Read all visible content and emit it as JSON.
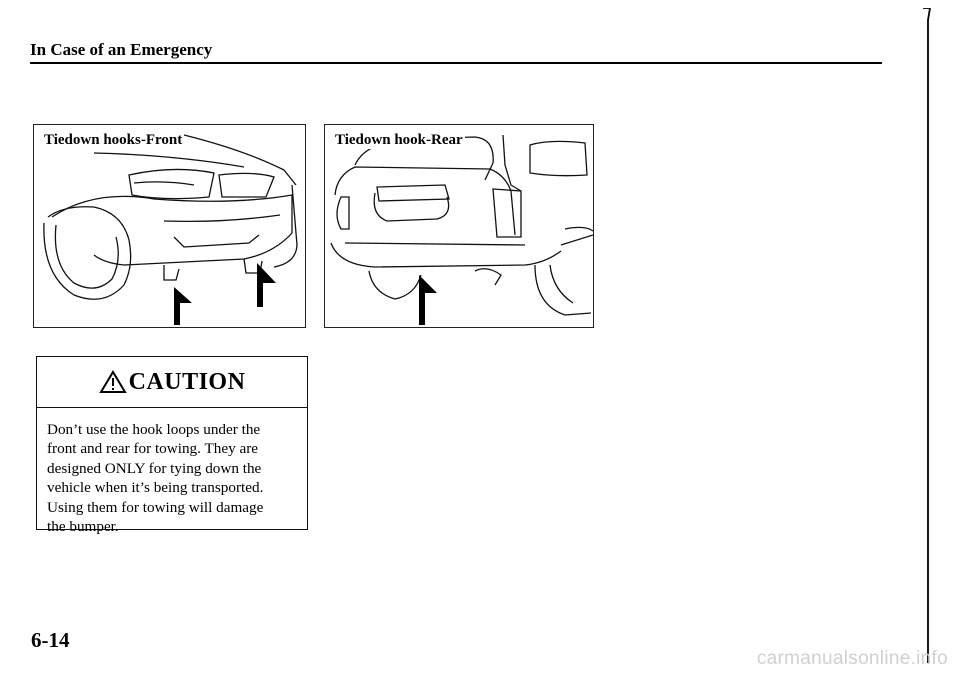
{
  "header": {
    "title": "In Case of an Emergency"
  },
  "figures": {
    "front": {
      "label": "Tiedown hooks-Front"
    },
    "rear": {
      "label": "Tiedown hook-Rear"
    }
  },
  "caution": {
    "icon": "warning-triangle-icon",
    "title": "CAUTION",
    "lines": [
      "Don’t use the hook loops under the",
      "front and rear for towing. They are",
      "designed ONLY for tying down the",
      "vehicle when it’s being transported.",
      "Using them for towing will damage",
      "the bumper."
    ]
  },
  "page_number": "6-14",
  "watermark": "carmanualsonline.info"
}
